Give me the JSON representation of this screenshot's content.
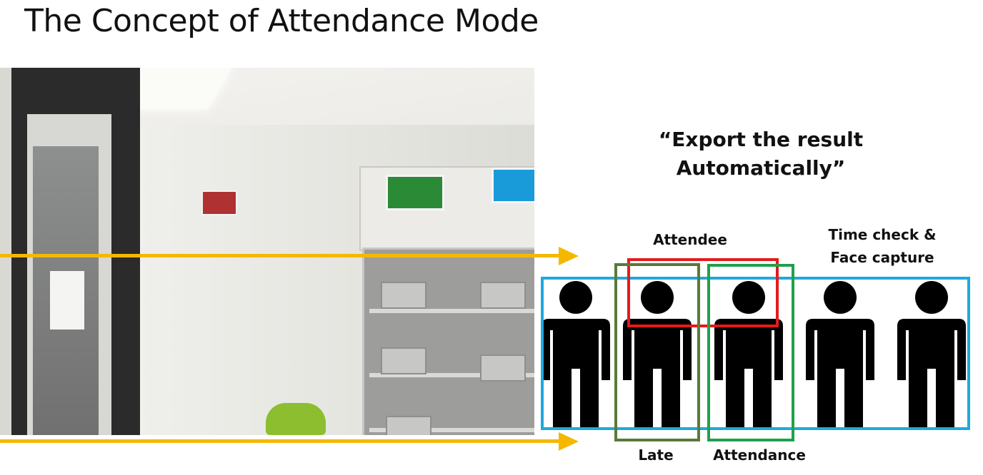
{
  "title": "The Concept of Attendance Mode",
  "export_text": {
    "line1": "“Export the result",
    "line2": "Automatically”"
  },
  "labels": {
    "attendee": "Attendee",
    "time_check_line1": "Time check &",
    "time_check_line2": "Face capture",
    "late": "Late",
    "attendance": "Attendance"
  },
  "colors": {
    "arrow": "#f5b800",
    "time_check_box": "#20a8df",
    "attendee_box": "#e31b1b",
    "late_box": "#577b39",
    "attendance_box": "#20a04c",
    "person": "#000000"
  },
  "people_count": 5,
  "icons": [
    "person-icon"
  ]
}
